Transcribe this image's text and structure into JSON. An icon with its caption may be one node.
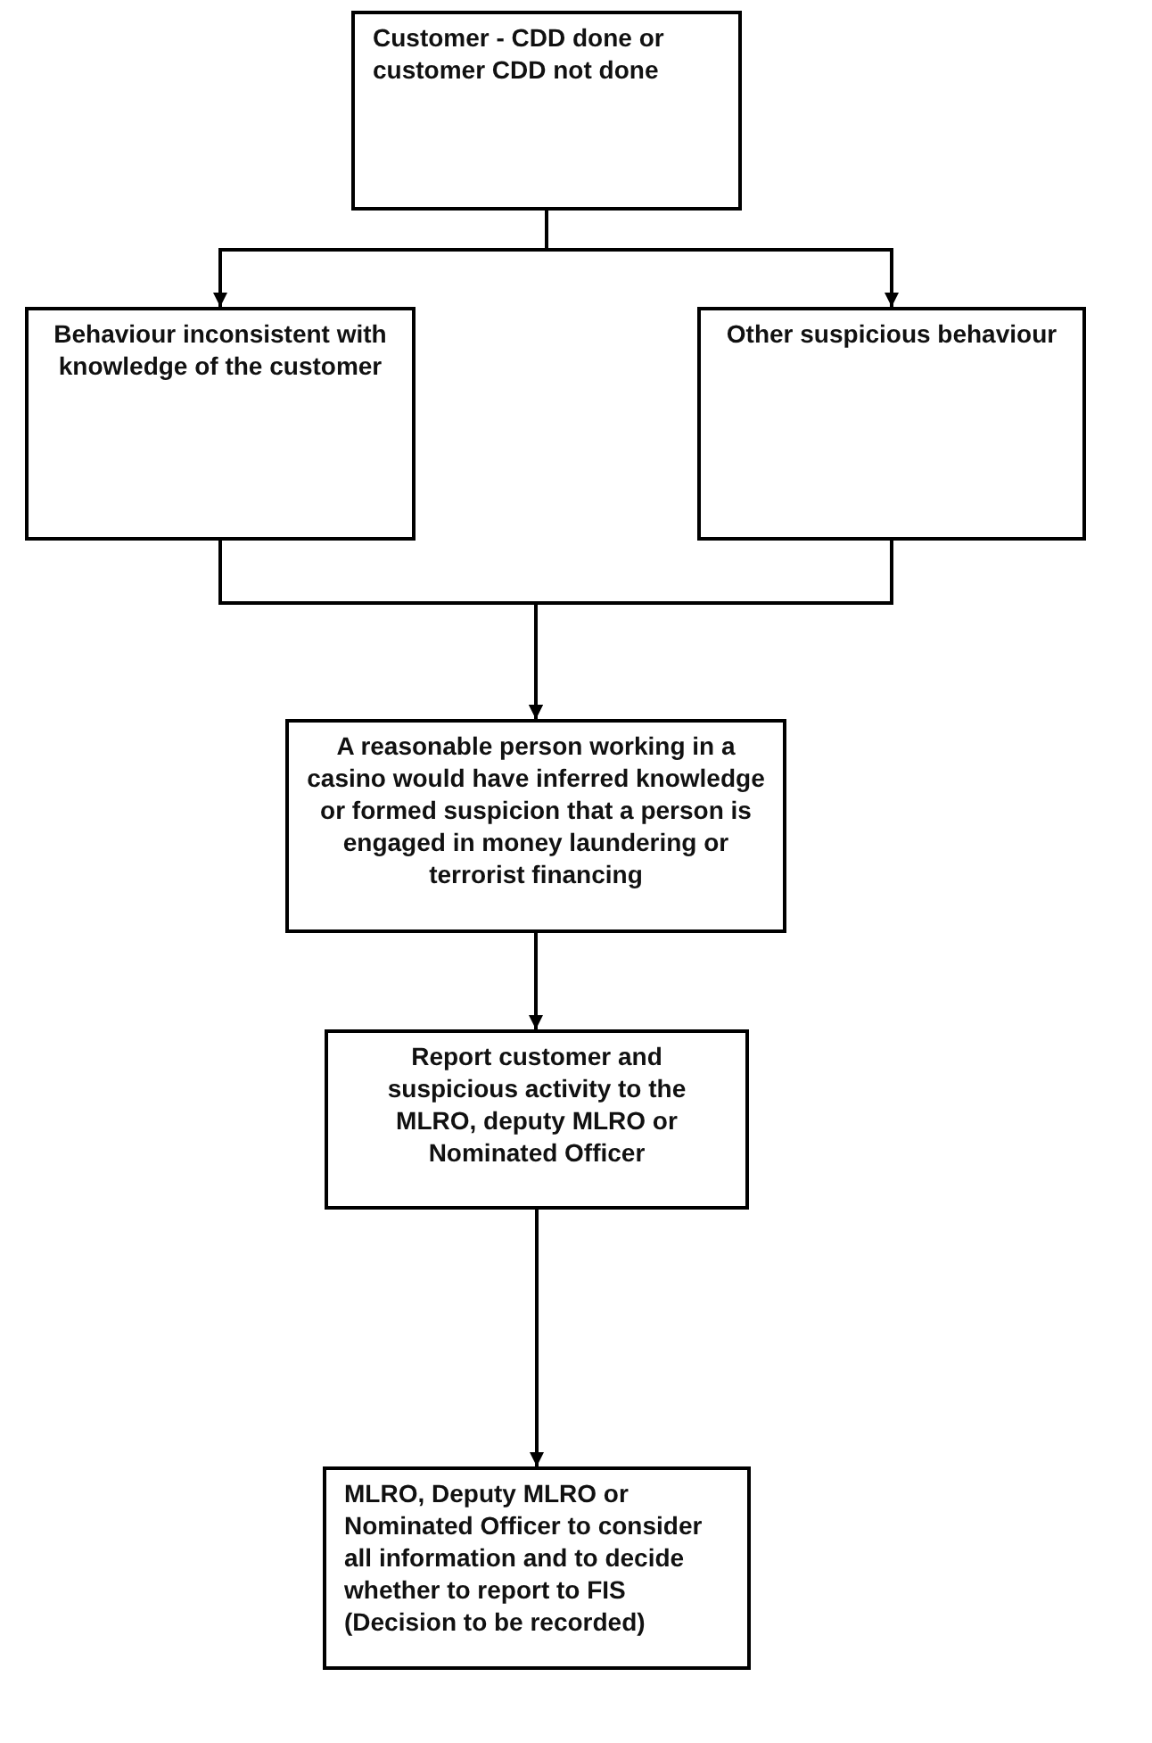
{
  "diagram": {
    "nodes": [
      {
        "text": [
          "Customer - CDD done or customer CDD not done"
        ]
      },
      {
        "text": [
          "Behaviour inconsistent with knowledge of the customer"
        ]
      },
      {
        "text": [
          "Other suspicious behaviour"
        ]
      },
      {
        "text": [
          "A reasonable person working in a casino would have inferred knowledge or formed suspicion that a person is engaged in money laundering or terrorist financing"
        ]
      },
      {
        "text": [
          "Report customer and suspicious activity to the MLRO, deputy MLRO or Nominated Officer"
        ]
      },
      {
        "text": [
          "MLRO, Deputy MLRO or Nominated Officer to consider all information and to decide whether to report to FIS (Decision to be recorded)"
        ]
      }
    ],
    "edges": [
      {
        "from": 0,
        "to": 1,
        "arrow": "to"
      },
      {
        "from": 0,
        "to": 2,
        "arrow": "to"
      },
      {
        "from": 1,
        "to": 3,
        "arrow": "to"
      },
      {
        "from": 2,
        "to": 3,
        "arrow": "to"
      },
      {
        "from": 3,
        "to": 4,
        "arrow": "to"
      },
      {
        "from": 4,
        "to": 5,
        "arrow": "to"
      }
    ]
  }
}
